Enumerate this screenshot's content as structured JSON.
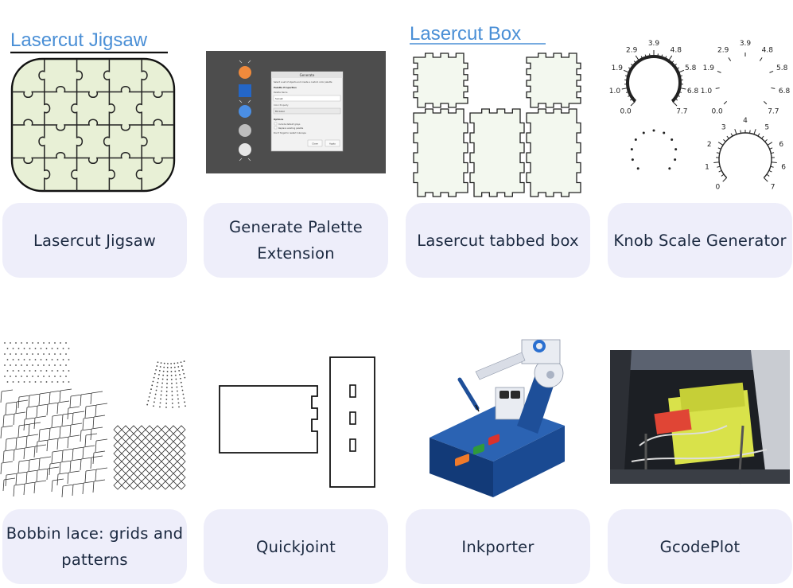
{
  "extensions": [
    {
      "id": "lasercut-jigsaw",
      "label": "Lasercut Jigsaw",
      "thumb_title": "Lasercut Jigsaw"
    },
    {
      "id": "generate-palette",
      "label": "Generate Palette Extension",
      "dialog": {
        "title": "Generate",
        "intro": "Select a set of objects and create a custom color palette",
        "section_properties": "Palette Properties",
        "name_label": "Palette Name",
        "name_value": "Sunset",
        "color_label": "Color Property",
        "color_value": "Fill Color",
        "section_options": "Options",
        "option1": "Include default grays",
        "option2": "Replace existing palette",
        "note": "Don't forget to restart Inkscape",
        "close": "Close",
        "apply": "Apply"
      }
    },
    {
      "id": "lasercut-tabbed-box",
      "label": "Lasercut tabbed box",
      "thumb_title": "Lasercut Box"
    },
    {
      "id": "knob-scale-generator",
      "label": "Knob Scale Generator",
      "knob1": [
        "0.0",
        "1.0",
        "1.9",
        "2.9",
        "3.9",
        "4.8",
        "5.8",
        "6.8",
        "7.7"
      ],
      "knob2": [
        "0.0",
        "1.0",
        "1.9",
        "2.9",
        "3.9",
        "4.8",
        "5.8",
        "6.8",
        "7.7"
      ],
      "knob4": [
        "0",
        "1",
        "2",
        "3",
        "4",
        "5",
        "6",
        "6",
        "7"
      ]
    },
    {
      "id": "bobbin-lace",
      "label": "Bobbin lace: grids and patterns"
    },
    {
      "id": "quickjoint",
      "label": "Quickjoint"
    },
    {
      "id": "inkporter",
      "label": "Inkporter"
    },
    {
      "id": "gcodeplot",
      "label": "GcodePlot"
    }
  ],
  "colors": {
    "card_bg": "#eeeefa",
    "label_text": "#1b2940",
    "jigsaw_fill": "#e8f0d6",
    "box_fill": "#f3f8ef",
    "title_blue": "#4a8fd6",
    "robot_blue": "#1e4f99",
    "robot_navy": "#123a78",
    "gcode_yellow": "#d9e24a"
  }
}
